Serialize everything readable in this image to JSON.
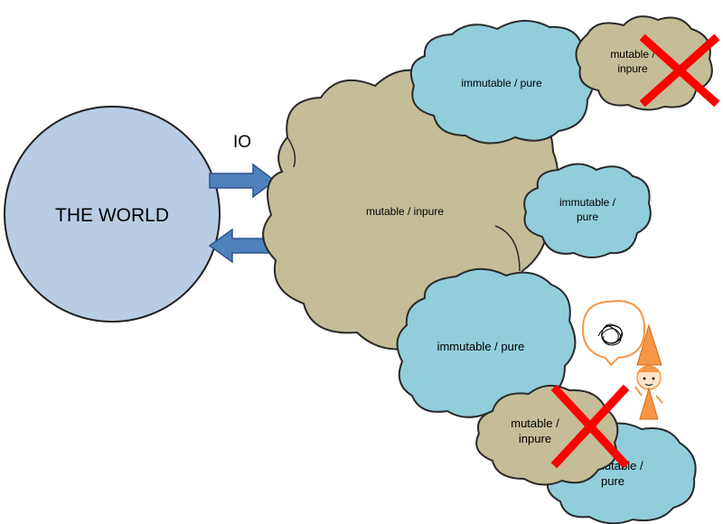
{
  "world": {
    "label": "THE WORLD"
  },
  "io": {
    "label": "IO"
  },
  "clouds": {
    "central": "mutable / inpure",
    "top_immutable": "immutable / pure",
    "top_mutable": [
      "mutable /",
      "inpure"
    ],
    "right_immutable": [
      "immutable /",
      "pure"
    ],
    "bottom_immutable": "immutable / pure",
    "bottom_mutable": [
      "mutable /",
      "inpure"
    ],
    "bottom_right_immutable": [
      "immutable /",
      "pure"
    ]
  },
  "colors": {
    "world_fill": "#b8cce4",
    "mutable_fill": "#c4bd97",
    "immutable_fill": "#92cddc",
    "arrow_fill": "#4f81bd",
    "cross": "#ff0000",
    "character": "#f79646",
    "outline": "#1f1f1f"
  },
  "icons": [
    "arrow-right-icon",
    "arrow-left-icon",
    "red-x-icon",
    "thought-bubble-icon",
    "wizard-character"
  ]
}
